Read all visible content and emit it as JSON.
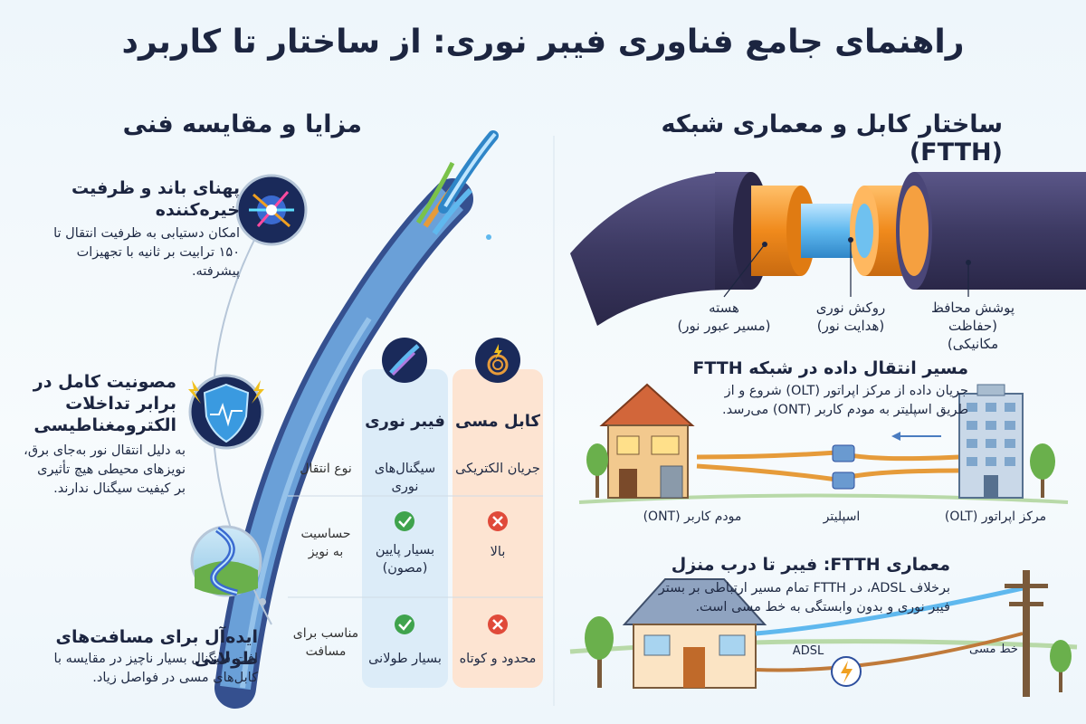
{
  "title": "راهنمای جامع فناوری فیبر نوری: از ساختار تا کاربرد",
  "right_section": {
    "heading": "ساختار کابل و معماری شبکه (FTTH)",
    "cable_labels": {
      "jacket": "پوشش محافظ",
      "jacket_sub": "(حفاظت مکانیکی)",
      "cladding": "روکش نوری",
      "cladding_sub": "(هدایت نور)",
      "core": "هسته",
      "core_sub": "(مسیر عبور نور)"
    },
    "path": {
      "heading": "مسیر انتقال داده در شبکه FTTH",
      "text_line1": "جریان داده از مرکز اپراتور (OLT) شروع و از",
      "text_line2": "طریق اسپلیتر به مودم کاربر (ONT) می‌رسد.",
      "olt": "مرکز اپراتور (OLT)",
      "splitter": "اسپلیتر",
      "ont": "مودم کاربر (ONT)"
    },
    "ftth": {
      "heading": "معماری FTTH: فیبر تا درب منزل",
      "text_line1": "برخلاف ADSL، در FTTH تمام مسیر ارتباطی بر بستر",
      "text_line2": "فیبر نوری و بدون وابستگی به خط مسی است.",
      "adsl": "ADSL",
      "copper_line": "خط مسی"
    }
  },
  "left_section": {
    "heading": "مزایا و مقایسه فنی",
    "features": [
      {
        "title_line1": "پهنای باند و ظرفیت",
        "title_line2": "خیره‌کننده",
        "text_line1": "امکان دستیابی به ظرفیت انتقال تا",
        "text_line2": "۱۵۰ ترابیت بر ثانیه با تجهیزات",
        "text_line3": "پیشرفته."
      },
      {
        "title_line1": "مصونیت کامل در",
        "title_line2": "برابر تداخلات",
        "title_line3": "الکترومغناطیسی",
        "text_line1": "به دلیل انتقال نور به‌جای برق،",
        "text_line2": "نویزهای محیطی هیچ تأثیری",
        "text_line3": "بر کیفیت سیگنال ندارند."
      },
      {
        "title_line1": "ایده‌آل برای مسافت‌های طولانی",
        "text_line1": "افت سیگنال بسیار ناچیز در مقایسه با",
        "text_line2": "کابل‌های مسی در فواصل زیاد."
      }
    ],
    "table": {
      "col_copper": "کابل مسی",
      "col_fiber": "فیبر نوری",
      "rows": [
        {
          "label_line1": "نوع انتقال",
          "label_line2": "",
          "copper": "جریان الکتریکی",
          "fiber": "سیگنال‌های نوری",
          "fiber_line2": ""
        },
        {
          "label_line1": "حساسیت",
          "label_line2": "به نویز",
          "copper": "بالا",
          "fiber": "بسیار پایین",
          "fiber_line2": "(مصون)"
        },
        {
          "label_line1": "مناسب برای",
          "label_line2": "مسافت",
          "copper": "محدود و کوتاه",
          "fiber": "بسیار طولانی",
          "fiber_line2": ""
        }
      ]
    }
  },
  "colors": {
    "jacket": "#3d3a63",
    "cladding": "#f08a1c",
    "core": "#5fb8ee",
    "copper_col": "#fde4d2",
    "fiber_col": "#dcecf8",
    "check": "#3fa34d",
    "cross": "#e04a3a"
  }
}
